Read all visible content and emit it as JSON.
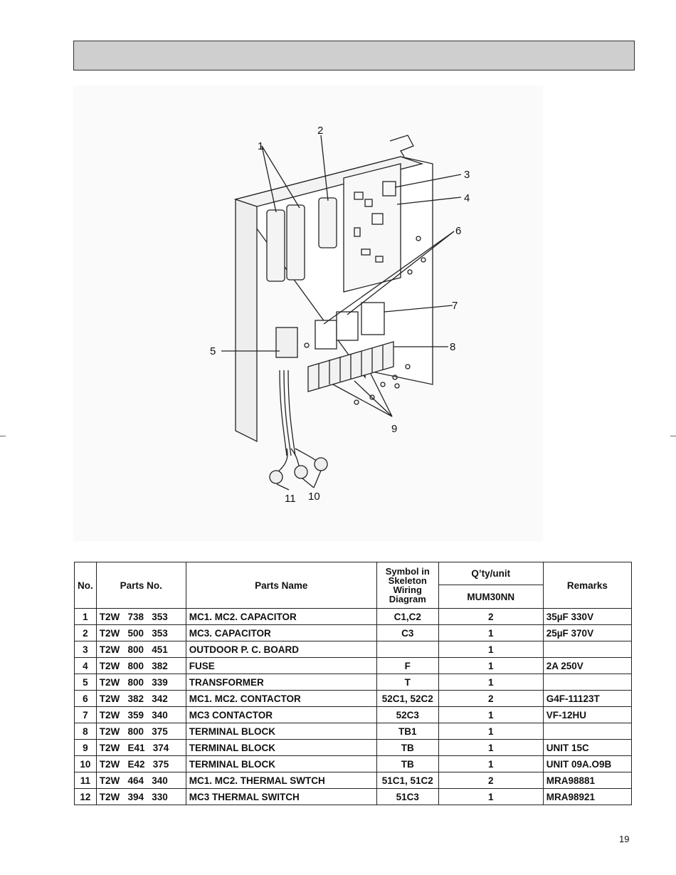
{
  "diagram": {
    "callouts": [
      "1",
      "2",
      "3",
      "4",
      "5",
      "6",
      "7",
      "8",
      "9",
      "10",
      "11"
    ]
  },
  "table": {
    "headers": {
      "no": "No.",
      "parts_no": "Parts No.",
      "parts_name": "Parts Name",
      "symbol_line1": "Symbol in",
      "symbol_line2": "Skeleton",
      "symbol_line3": "Wiring",
      "symbol_line4": "Diagram",
      "qty": "Q’ty/unit",
      "model": "MUM30NN",
      "remarks": "Remarks"
    },
    "rows": [
      {
        "no": "1",
        "parts_no": "T2W   738   353",
        "name": "MC1. MC2. CAPACITOR",
        "symbol": "C1,C2",
        "qty": "2",
        "remarks": "35µF  330V"
      },
      {
        "no": "2",
        "parts_no": "T2W   500   353",
        "name": "MC3. CAPACITOR",
        "symbol": "C3",
        "qty": "1",
        "remarks": "25µF  370V"
      },
      {
        "no": "3",
        "parts_no": "T2W   800   451",
        "name": "OUTDOOR P. C. BOARD",
        "symbol": "",
        "qty": "1",
        "remarks": ""
      },
      {
        "no": "4",
        "parts_no": "T2W   800   382",
        "name": "FUSE",
        "symbol": "F",
        "qty": "1",
        "remarks": "2A 250V"
      },
      {
        "no": "5",
        "parts_no": "T2W   800   339",
        "name": "TRANSFORMER",
        "symbol": "T",
        "qty": "1",
        "remarks": ""
      },
      {
        "no": "6",
        "parts_no": "T2W   382   342",
        "name": "MC1. MC2. CONTACTOR",
        "symbol": "52C1, 52C2",
        "qty": "2",
        "remarks": "G4F-11123T"
      },
      {
        "no": "7",
        "parts_no": "T2W   359   340",
        "name": "MC3 CONTACTOR",
        "symbol": "52C3",
        "qty": "1",
        "remarks": "VF-12HU"
      },
      {
        "no": "8",
        "parts_no": "T2W   800   375",
        "name": "TERMINAL BLOCK",
        "symbol": "TB1",
        "qty": "1",
        "remarks": ""
      },
      {
        "no": "9",
        "parts_no": "T2W   E41   374",
        "name": "TERMINAL BLOCK",
        "symbol": "TB",
        "qty": "1",
        "remarks": "UNIT 15C"
      },
      {
        "no": "10",
        "parts_no": "T2W   E42   375",
        "name": "TERMINAL BLOCK",
        "symbol": "TB",
        "qty": "1",
        "remarks": "UNIT 09A.O9B"
      },
      {
        "no": "11",
        "parts_no": "T2W   464   340",
        "name": "MC1. MC2. THERMAL SWTCH",
        "symbol": "51C1, 51C2",
        "qty": "2",
        "remarks": "MRA98881"
      },
      {
        "no": "12",
        "parts_no": "T2W   394   330",
        "name": "MC3 THERMAL SWITCH",
        "symbol": "51C3",
        "qty": "1",
        "remarks": "MRA98921"
      }
    ]
  },
  "page_number": "19"
}
